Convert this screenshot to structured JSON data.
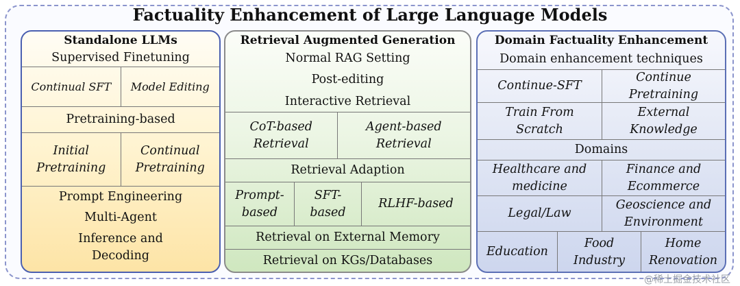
{
  "title": "Factuality Enhancement of Large Language Models",
  "standalone": {
    "header": "Standalone LLMs",
    "sft": "Supervised Finetuning",
    "sft_items": [
      "Continual SFT",
      "Model Editing"
    ],
    "pretraining": "Pretraining-based",
    "pretraining_items": [
      [
        "Initial",
        "Pretraining"
      ],
      [
        "Continual",
        "Pretraining"
      ]
    ],
    "prompt": "Prompt Engineering",
    "multi_agent": "Multi-Agent",
    "inference": [
      "Inference and",
      "Decoding"
    ]
  },
  "rag": {
    "header": "Retrieval Augmented Generation",
    "normal": "Normal RAG Setting",
    "post_editing": "Post-editing",
    "interactive": "Interactive Retrieval",
    "interactive_items": [
      [
        "CoT-based",
        "Retrieval"
      ],
      [
        "Agent-based",
        "Retrieval"
      ]
    ],
    "adaption": "Retrieval Adaption",
    "adaption_items": [
      [
        "Prompt-",
        "based"
      ],
      [
        "SFT-",
        "based"
      ],
      [
        "RLHF-based"
      ]
    ],
    "external_memory": "Retrieval on External Memory",
    "kgs": "Retrieval on KGs/Databases"
  },
  "domain": {
    "header": "Domain Factuality Enhancement",
    "techniques": "Domain enhancement techniques",
    "technique_items": [
      [
        "Continue-SFT"
      ],
      [
        "Continue",
        "Pretraining"
      ],
      [
        "Train From",
        "Scratch"
      ],
      [
        "External",
        "Knowledge"
      ]
    ],
    "domains": "Domains",
    "domain_items": [
      [
        "Healthcare and",
        "medicine"
      ],
      [
        "Finance and",
        "Ecommerce"
      ],
      [
        "Legal/Law"
      ],
      [
        "Geoscience and",
        "Environment"
      ],
      [
        "Education"
      ],
      [
        "Food",
        "Industry"
      ],
      [
        "Home",
        "Renovation"
      ]
    ]
  },
  "watermark": "@稀土掘金技术社区"
}
